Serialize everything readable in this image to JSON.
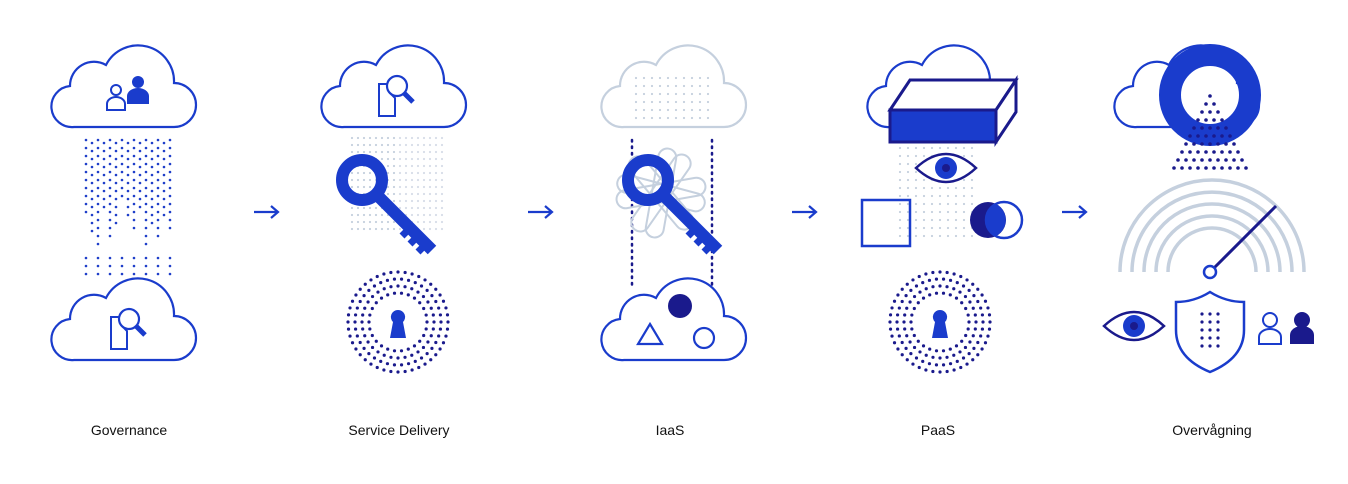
{
  "stages": [
    {
      "label": "Governance"
    },
    {
      "label": "Service Delivery"
    },
    {
      "label": "IaaS"
    },
    {
      "label": "PaaS"
    },
    {
      "label": "Overvågning"
    }
  ],
  "colors": {
    "primary": "#1a3ccc",
    "dark": "#1a1a8c",
    "light": "#c5d0de",
    "dots": "#1e3ec9"
  }
}
